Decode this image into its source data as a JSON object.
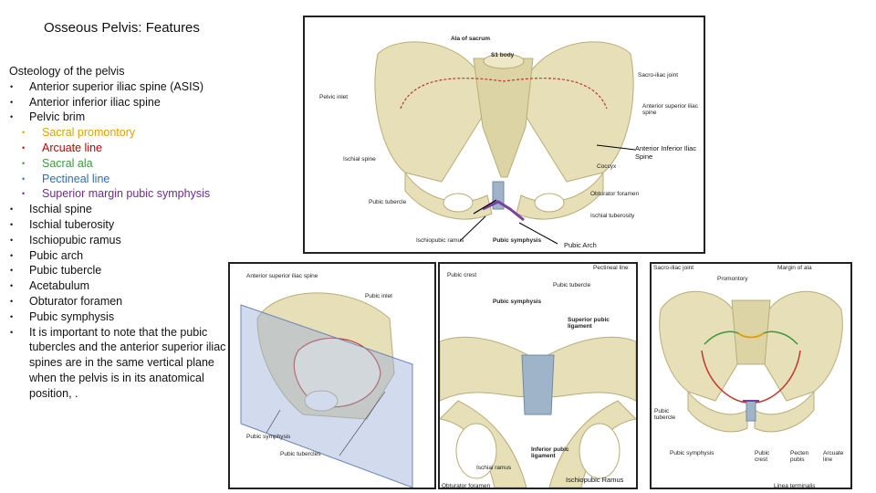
{
  "slide_title": "Osseous Pelvis: Features",
  "outline": {
    "heading": "Osteology of the pelvis",
    "top_items": [
      "Anterior superior iliac spine (ASIS)",
      "Anterior inferior iliac spine",
      "Pelvic brim"
    ],
    "brim_subitems": [
      "Sacral promontory",
      "Arcuate line",
      "Sacral ala",
      "Pectineal line",
      "Superior margin pubic symphysis"
    ],
    "brim_colors": [
      "#e0a100",
      "#c00000",
      "#3a9a3a",
      "#2a6fbf",
      "#6f2a9a"
    ],
    "more_items": [
      "Ischial spine",
      "Ischial tuberosity",
      "Ischiopubic ramus",
      "Pubic arch",
      "Pubic tubercle",
      "Acetabulum",
      "Obturator foramen",
      "Pubic symphysis",
      "It is important to note that the pubic tubercles and the anterior superior iliac spines are in the same vertical plane when the pelvis is in its anatomical position, ."
    ]
  },
  "figure1": {
    "labels": {
      "ala": "Ala of sacrum",
      "s1": "S1 body",
      "si": "Sacro-iliac joint",
      "inlet": "Pelvic inlet",
      "asis": "Anterior superior iliac spine",
      "ischial_spine": "Ischial spine",
      "coccyx": "Coccyx",
      "obturator": "Obturator foramen",
      "pubic_tubercle": "Pubic tubercle",
      "ischial_tuberosity": "Ischial tuberosity",
      "ischiopubic": "Ischiopubic ramus",
      "symphysis": "Pubic symphysis"
    },
    "callouts": {
      "aiis": "Anterior Inferior Iliac Spine",
      "arch": "Pubic Arch"
    }
  },
  "figure2": {
    "labels": {
      "asis": "Anterior superior iliac spine",
      "inlet": "Pubic inlet",
      "symphysis": "Pubic symphysis",
      "tubercles": "Pubic tubercles"
    }
  },
  "figure3": {
    "labels": {
      "crest": "Pubic crest",
      "tubercle": "Pubic tubercle",
      "symphysis": "Pubic symphysis",
      "sup_lig": "Superior pubic ligament",
      "inf_lig": "Inferior pubic ligament",
      "ischial": "Ischial ramus",
      "obturator": "Obturator foramen",
      "pectineal": "Pectineal line"
    },
    "callouts": {
      "ischiopubic": "Ischiopubic Ramus"
    }
  },
  "figure4": {
    "labels": {
      "si": "Sacro-iliac joint",
      "margin": "Margin of ala",
      "promontory": "Promontory",
      "tubercle": "Pubic tubercle",
      "symphysis": "Pubic symphysis",
      "crest": "Pubic crest",
      "pecten": "Pecten pubis",
      "arcuate": "Arcuate line",
      "terminalis": "Linea terminalis"
    }
  },
  "colors": {
    "bone": "#e6dfb8",
    "bone_shade": "#c9bf8c",
    "cartilage": "#9fb4c8",
    "inlet_red": "#c0392b",
    "purple": "#7a3fa0",
    "plane": "#9bb0d9"
  }
}
